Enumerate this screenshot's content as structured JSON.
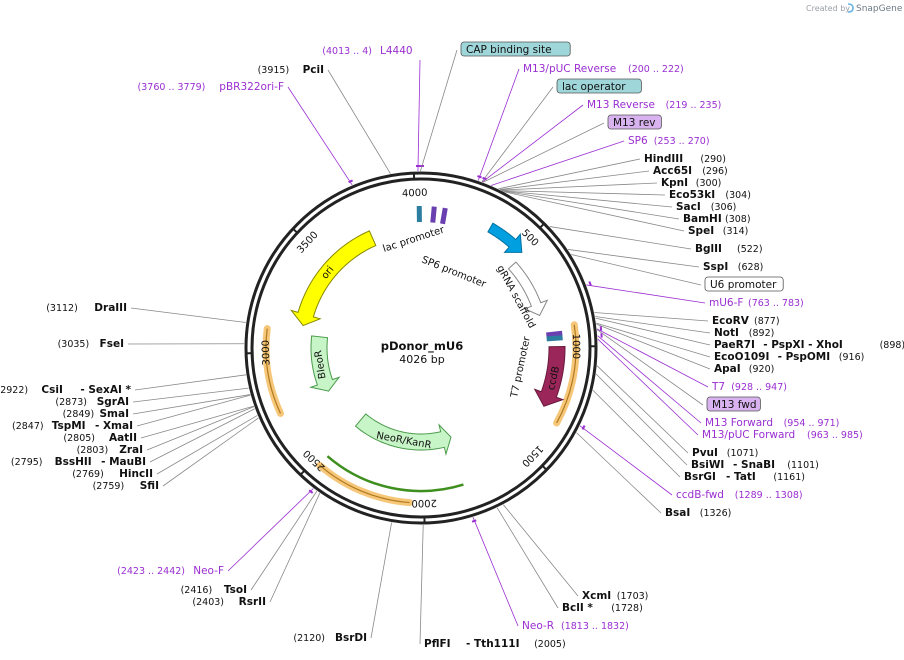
{
  "map": {
    "name": "pDonor_mU6",
    "length_label": "4026 bp",
    "total_bp": 4026
  },
  "credit": {
    "prefix": "Created by",
    "brand": "SnapGene",
    "icon": "snapgene-logo-icon"
  },
  "ticks": [
    {
      "bp": 500,
      "label": "500"
    },
    {
      "bp": 1000,
      "label": "1000"
    },
    {
      "bp": 1500,
      "label": "1500"
    },
    {
      "bp": 2000,
      "label": "2000"
    },
    {
      "bp": 2500,
      "label": "2500"
    },
    {
      "bp": 3000,
      "label": "3000"
    },
    {
      "bp": 3500,
      "label": "3500"
    },
    {
      "bp": 4000,
      "label": "4000"
    }
  ],
  "features": [
    {
      "name": "ori",
      "label": "ori",
      "start": 3760,
      "end": 3140,
      "color": "#ffff00",
      "stroke": "#888800",
      "shape": "arrow"
    },
    {
      "name": "bleor",
      "label": "BleoR",
      "start": 3090,
      "end": 2740,
      "color": "#c8f5c8",
      "stroke": "#4a9a4a",
      "shape": "arrow"
    },
    {
      "name": "neor-kanr",
      "label": "NeoR/KanR",
      "start": 2460,
      "end": 1805,
      "color": "#c8f5c8",
      "stroke": "#4a9a4a",
      "shape": "arrow"
    },
    {
      "name": "ccdb",
      "label": "ccdB",
      "start": 1000,
      "end": 1290,
      "color": "#9b2659",
      "stroke": "#6a1a3d",
      "shape": "arrow"
    },
    {
      "name": "grna-scaffold",
      "label": "gRNA scaffold",
      "start": 535,
      "end": 835,
      "color": "#ffffff",
      "stroke": "#888888",
      "shape": "arrow"
    },
    {
      "name": "u6-promoter",
      "label": "U6 promoter",
      "start": 335,
      "end": 520,
      "color": "#00a0e0",
      "stroke": "#0070a0",
      "shape": "arrow"
    }
  ],
  "promoters": [
    {
      "name": "lac-promoter",
      "label": "lac promoter"
    },
    {
      "name": "sp6-promoter",
      "label": "SP6 promoter"
    },
    {
      "name": "t7-promoter",
      "label": "T7 promoter"
    }
  ],
  "labels": {
    "top": [
      {
        "name": "l4440",
        "text": "L4440",
        "num": "(4013 .. 4)",
        "kind": "primer"
      },
      {
        "name": "pcii",
        "text": "PciI",
        "num": "(3915)",
        "kind": "enzyme"
      },
      {
        "name": "pbr322ori-f",
        "text": "pBR322ori-F",
        "num": "(3760 .. 3779)",
        "kind": "primer"
      }
    ],
    "right": [
      {
        "name": "cap-binding-site",
        "text": "CAP binding site",
        "kind": "box-teal"
      },
      {
        "name": "m13-puc-reverse",
        "text": "M13/pUC Reverse",
        "num": "(200 .. 222)",
        "kind": "primer"
      },
      {
        "name": "lac-operator",
        "text": "lac operator",
        "kind": "box-teal"
      },
      {
        "name": "m13-reverse",
        "text": "M13 Reverse",
        "num": "(219 .. 235)",
        "kind": "primer"
      },
      {
        "name": "m13-rev",
        "text": "M13 rev",
        "kind": "box-purple"
      },
      {
        "name": "sp6",
        "text": "SP6",
        "num": "(253 .. 270)",
        "kind": "primer"
      },
      {
        "name": "hindiii",
        "text": "HindIII",
        "num": "(290)",
        "kind": "enzyme"
      },
      {
        "name": "acc65i",
        "text": "Acc65I",
        "num": "(296)",
        "kind": "enzyme"
      },
      {
        "name": "kpni",
        "text": "KpnI",
        "num": "(300)",
        "kind": "enzyme"
      },
      {
        "name": "eco53ki",
        "text": "Eco53kI",
        "num": "(304)",
        "kind": "enzyme"
      },
      {
        "name": "saci",
        "text": "SacI",
        "num": "(306)",
        "kind": "enzyme"
      },
      {
        "name": "bamhi",
        "text": "BamHI",
        "num": "(308)",
        "kind": "enzyme"
      },
      {
        "name": "spei",
        "text": "SpeI",
        "num": "(314)",
        "kind": "enzyme"
      },
      {
        "name": "bglii",
        "text": "BglII",
        "num": "(522)",
        "kind": "enzyme"
      },
      {
        "name": "sspi",
        "text": "SspI",
        "num": "(628)",
        "kind": "enzyme"
      },
      {
        "name": "u6-promoter-box",
        "text": "U6 promoter",
        "kind": "box-white"
      },
      {
        "name": "mu6-f",
        "text": "mU6-F",
        "num": "(763 .. 783)",
        "kind": "primer"
      },
      {
        "name": "ecorv",
        "text": "EcoRV",
        "num": "(877)",
        "kind": "enzyme"
      },
      {
        "name": "noti",
        "text": "NotI",
        "num": "(892)",
        "kind": "enzyme"
      },
      {
        "name": "paer7i",
        "text": "PaeR7I",
        "extra": "- PspXI   - XhoI",
        "num": "(898)",
        "kind": "enzyme"
      },
      {
        "name": "ecoo109i",
        "text": "EcoO109I",
        "extra": "- PspOMI",
        "num": "(916)",
        "kind": "enzyme"
      },
      {
        "name": "apai",
        "text": "ApaI",
        "num": "(920)",
        "kind": "enzyme"
      },
      {
        "name": "t7",
        "text": "T7",
        "num": "(928 .. 947)",
        "kind": "primer"
      },
      {
        "name": "m13-fwd",
        "text": "M13 fwd",
        "kind": "box-purple"
      },
      {
        "name": "m13-forward",
        "text": "M13 Forward",
        "num": "(954 .. 971)",
        "kind": "primer"
      },
      {
        "name": "m13-puc-forward",
        "text": "M13/pUC Forward",
        "num": "(963 .. 985)",
        "kind": "primer"
      },
      {
        "name": "pvui",
        "text": "PvuI",
        "num": "(1071)",
        "kind": "enzyme"
      },
      {
        "name": "bsiwi",
        "text": "BsiWI",
        "extra": "- SnaBI",
        "num": "(1101)",
        "kind": "enzyme"
      },
      {
        "name": "bsrgi",
        "text": "BsrGI",
        "extra": "- TatI",
        "num": "(1161)",
        "kind": "enzyme"
      },
      {
        "name": "ccdb-fwd",
        "text": "ccdB-fwd",
        "num": "(1289 .. 1308)",
        "kind": "primer"
      },
      {
        "name": "bsai",
        "text": "BsaI",
        "num": "(1326)",
        "kind": "enzyme"
      },
      {
        "name": "xcmi",
        "text": "XcmI",
        "num": "(1703)",
        "kind": "enzyme"
      },
      {
        "name": "bcli",
        "text": "BclI *",
        "num": "(1728)",
        "kind": "enzyme"
      },
      {
        "name": "neo-r",
        "text": "Neo-R",
        "num": "(1813 .. 1832)",
        "kind": "primer"
      },
      {
        "name": "pflfi",
        "text": "PflFI",
        "extra": "- Tth111I",
        "num": "(2005)",
        "kind": "enzyme"
      }
    ],
    "left": [
      {
        "name": "draiii",
        "text": "DraIII",
        "num": "(3112)",
        "kind": "enzyme"
      },
      {
        "name": "fsei",
        "text": "FseI",
        "num": "(3035)",
        "kind": "enzyme"
      },
      {
        "name": "csii",
        "text": "CsiI",
        "extra": "- SexAI *",
        "num": "(2922)",
        "kind": "enzyme"
      },
      {
        "name": "sgrai",
        "text": "SgrAI",
        "num": "(2873)",
        "kind": "enzyme"
      },
      {
        "name": "smai",
        "text": "SmaI",
        "num": "(2849)",
        "kind": "enzyme"
      },
      {
        "name": "tspmi",
        "text": "TspMI",
        "extra": "- XmaI",
        "num": "(2847)",
        "kind": "enzyme"
      },
      {
        "name": "aatii",
        "text": "AatII",
        "num": "(2805)",
        "kind": "enzyme"
      },
      {
        "name": "zrai",
        "text": "ZraI",
        "num": "(2803)",
        "kind": "enzyme"
      },
      {
        "name": "bsshii",
        "text": "BssHII",
        "extra": "- MauBI",
        "num": "(2795)",
        "kind": "enzyme"
      },
      {
        "name": "hincii",
        "text": "HincII",
        "num": "(2769)",
        "kind": "enzyme"
      },
      {
        "name": "sfii",
        "text": "SfiI",
        "num": "(2759)",
        "kind": "enzyme"
      },
      {
        "name": "neo-f",
        "text": "Neo-F",
        "num": "(2423 .. 2442)",
        "kind": "primer"
      },
      {
        "name": "tsoi",
        "text": "TsoI",
        "num": "(2416)",
        "kind": "enzyme"
      },
      {
        "name": "rsrii",
        "text": "RsrII",
        "num": "(2403)",
        "kind": "enzyme"
      },
      {
        "name": "bsrdi",
        "text": "BsrDI",
        "num": "(2120)",
        "kind": "enzyme"
      }
    ]
  },
  "colors": {
    "backbone": "#222222",
    "primer": "#9a2ed1",
    "enzyme_line": "#888888",
    "orange_highlight": "#f5c16a",
    "teal_box": "#9fd6d9",
    "purple_box": "#d9b3f0"
  }
}
